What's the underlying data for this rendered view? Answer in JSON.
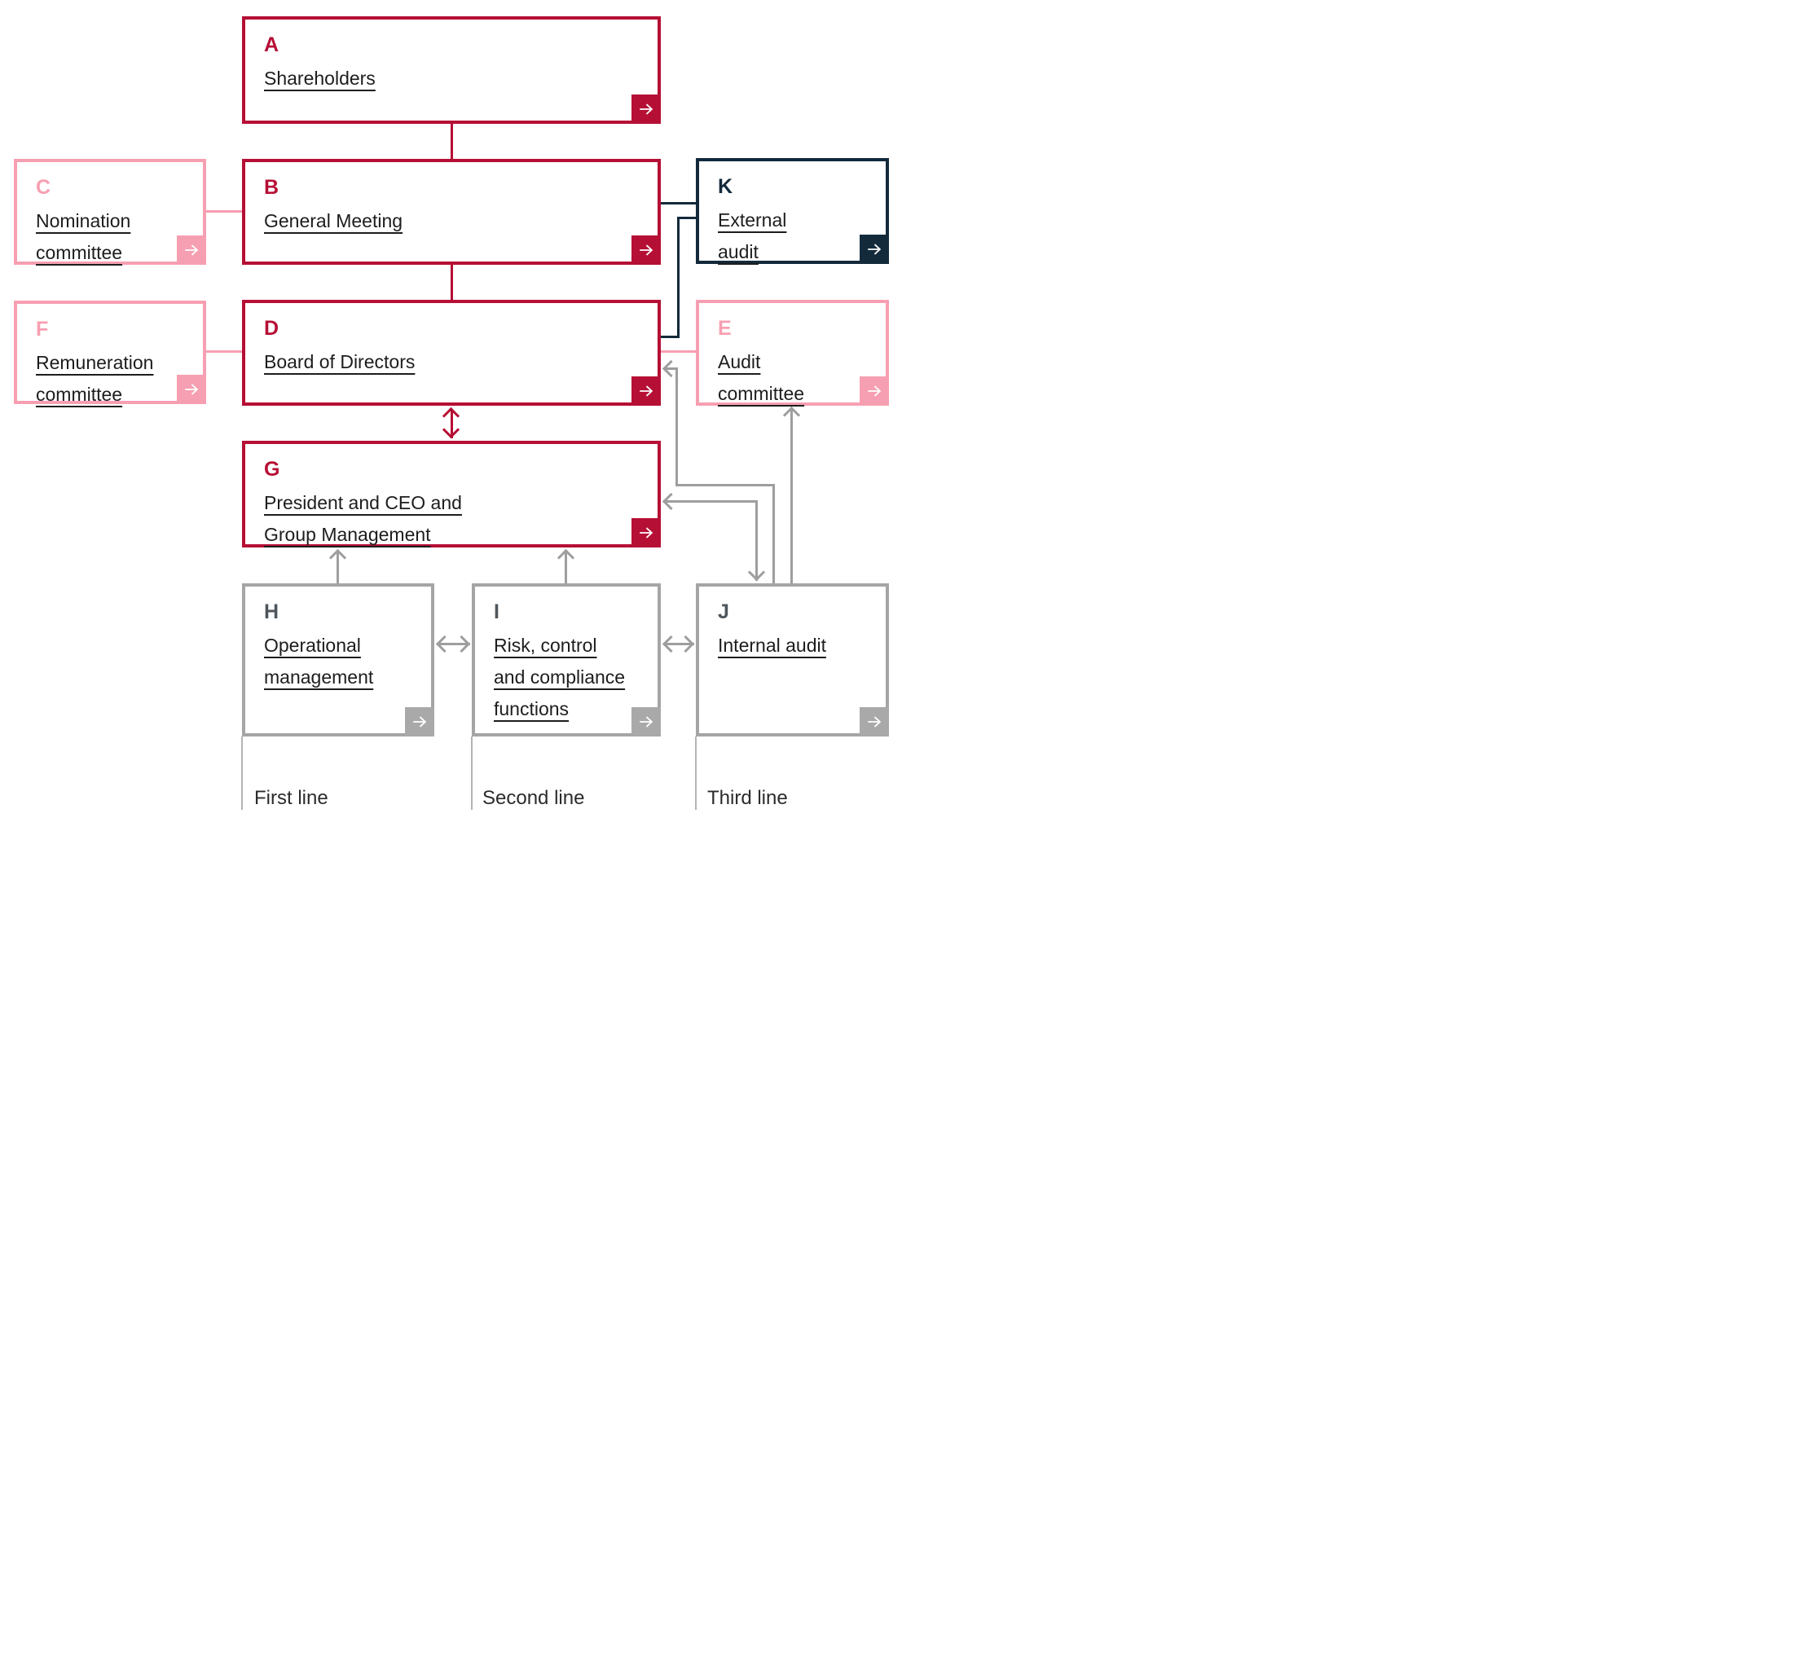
{
  "boxes": [
    {
      "letter": "A",
      "title": "Shareholders"
    },
    {
      "letter": "B",
      "title": "General Meeting"
    },
    {
      "letter": "C",
      "title": "Nomination\ncommittee"
    },
    {
      "letter": "D",
      "title": "Board of Directors"
    },
    {
      "letter": "E",
      "title": "Audit\ncommittee"
    },
    {
      "letter": "F",
      "title": "Remuneration\ncommittee"
    },
    {
      "letter": "G",
      "title": "President and CEO and\nGroup Management"
    },
    {
      "letter": "H",
      "title": "Operational\nmanagement"
    },
    {
      "letter": "I",
      "title": "Risk, control\nand compliance\nfunctions"
    },
    {
      "letter": "J",
      "title": "Internal audit"
    },
    {
      "letter": "K",
      "title": "External\naudit"
    }
  ],
  "lanes": [
    {
      "label": "First line"
    },
    {
      "label": "Second line"
    },
    {
      "label": "Third line"
    }
  ],
  "icons": {
    "open_link_arrow": "right-arrow"
  },
  "colors": {
    "crimson": "#b60f35",
    "pink": "#f79fb2",
    "navy": "#132a3b",
    "gray_border": "#a5a5a5",
    "gray_line": "#9e9e9e",
    "gray_icon": "#a9a9a9",
    "letter_gray": "#4e565c",
    "text": "#1d1d1d",
    "lane_text": "#2b2b2b",
    "lane_line": "#b4b4b4"
  }
}
